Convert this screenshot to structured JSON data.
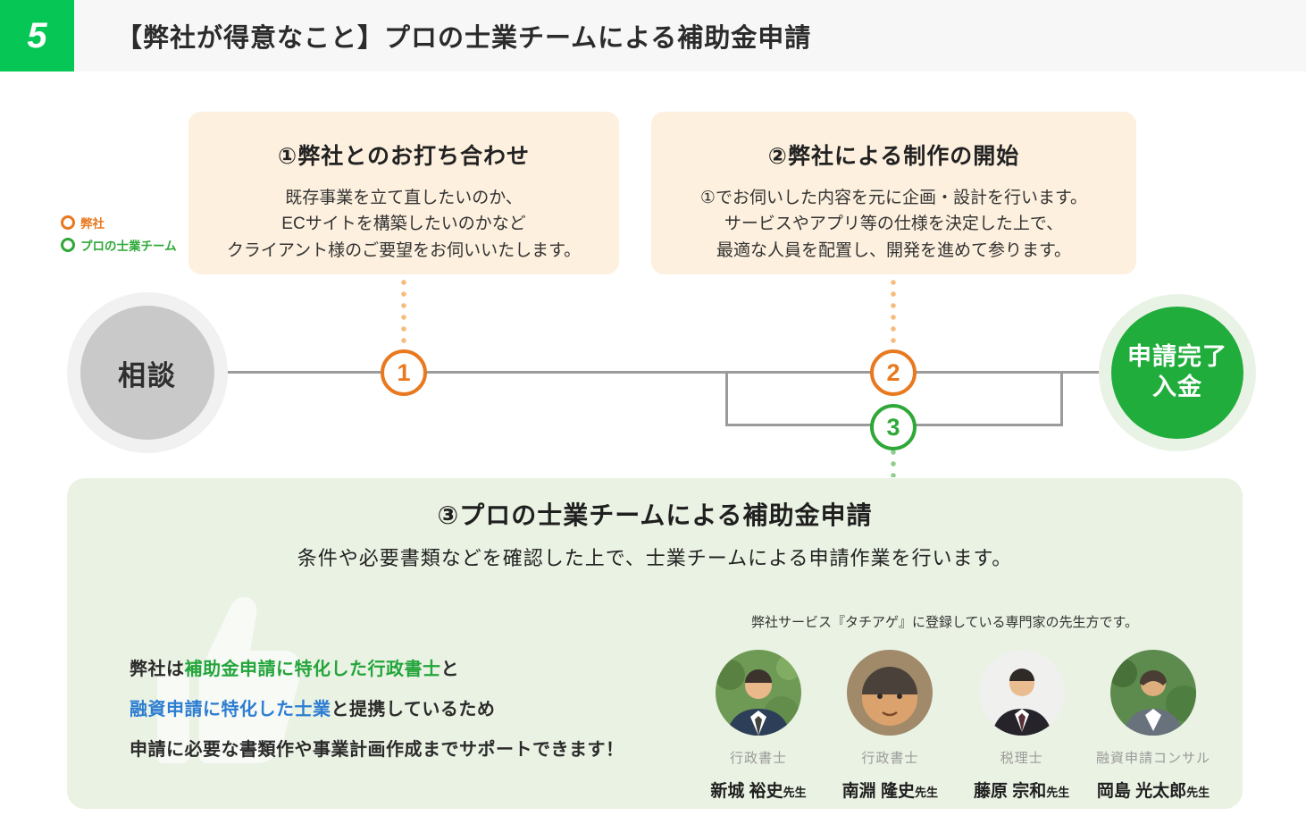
{
  "header": {
    "slide_number": "5",
    "title": "【弊社が得意なこと】プロの士業チームによる補助金申請"
  },
  "legend": {
    "company": "弊社",
    "team": "プロの士業チーム"
  },
  "steps": [
    {
      "title": "①弊社とのお打ち合わせ",
      "body_lines": [
        "既存事業を立て直したいのか、",
        "ECサイトを構築したいのかなど",
        "クライアント様のご要望をお伺いいたします。"
      ],
      "marker": "1"
    },
    {
      "title": "②弊社による制作の開始",
      "body_lines": [
        "①でお伺いした内容を元に企画・設計を行います。",
        "サービスやアプリ等の仕様を決定した上で、",
        "最適な人員を配置し、開発を進めて参ります。"
      ],
      "marker": "2"
    }
  ],
  "timeline": {
    "start_label": "相談",
    "goal_line1": "申請完了",
    "goal_line2": "入金",
    "marker3": "3"
  },
  "panel": {
    "title": "③プロの士業チームによる補助金申請",
    "subtitle": "条件や必要書類などを確認した上で、士業チームによる申請作業を行います。",
    "note_line1_pre": "弊社は",
    "note_line1_green": "補助金申請に特化した行政書士",
    "note_line1_post": "と",
    "note_line2_blue": "融資申請に特化した士業",
    "note_line2_post": "と提携しているため",
    "note_line3": "申請に必要な書類作や事業計画作成までサポートできます！",
    "experts_caption": "弊社サービス『タチアゲ』に登録している専門家の先生方です。",
    "experts": [
      {
        "role": "行政書士",
        "name": "新城 裕史",
        "suffix": "先生"
      },
      {
        "role": "行政書士",
        "name": "南淵 隆史",
        "suffix": "先生"
      },
      {
        "role": "税理士",
        "name": "藤原 宗和",
        "suffix": "先生"
      },
      {
        "role": "融資申請コンサル",
        "name": "岡島 光太郎",
        "suffix": "先生"
      }
    ]
  },
  "colors": {
    "accent_green": "#06c755",
    "accent_orange": "#e8791f",
    "marker_green": "#2fa838",
    "goal_green": "#20ad3c",
    "line_gray": "#9b9b9b",
    "panel_bg": "#eaf2e3",
    "step_box_bg": "#fdf0de",
    "highlight_green": "#23a53c",
    "highlight_blue": "#2d7dd2"
  }
}
